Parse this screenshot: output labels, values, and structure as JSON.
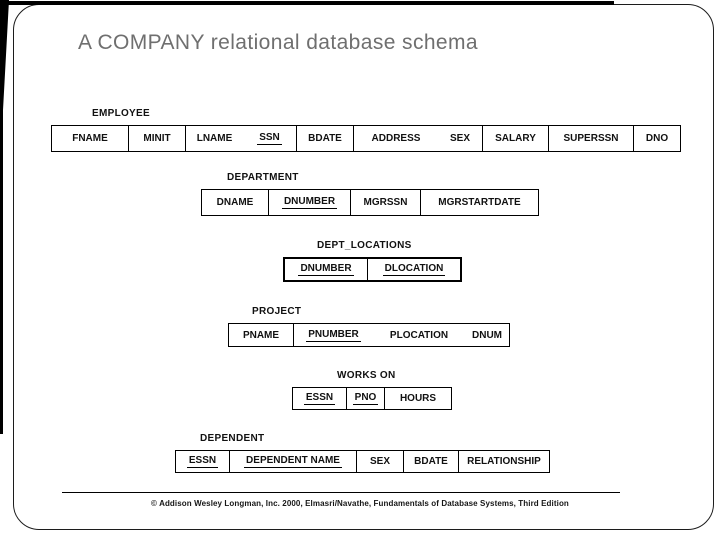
{
  "slide": {
    "title": "A COMPANY relational database schema",
    "title_color": "#6f6f6f",
    "line_color": "#000000",
    "copyright": "© Addison Wesley Longman, Inc. 2000, Elmasri/Navathe, Fundamentals of Database Systems, Third Edition"
  },
  "relations": [
    {
      "id": "employee",
      "name": "EMPLOYEE",
      "attributes": [
        {
          "label": "FNAME",
          "key": false
        },
        {
          "label": "MINIT",
          "key": false
        },
        {
          "label": "LNAME",
          "key": false
        },
        {
          "label": "SSN",
          "key": true
        },
        {
          "label": "BDATE",
          "key": false
        },
        {
          "label": "ADDRESS",
          "key": false
        },
        {
          "label": "SEX",
          "key": false
        },
        {
          "label": "SALARY",
          "key": false
        },
        {
          "label": "SUPERSSN",
          "key": false
        },
        {
          "label": "DNO",
          "key": false
        }
      ]
    },
    {
      "id": "department",
      "name": "DEPARTMENT",
      "attributes": [
        {
          "label": "DNAME",
          "key": false
        },
        {
          "label": "DNUMBER",
          "key": true
        },
        {
          "label": "MGRSSN",
          "key": false
        },
        {
          "label": "MGRSTARTDATE",
          "key": false
        }
      ]
    },
    {
      "id": "dept_locations",
      "name": "DEPT_LOCATIONS",
      "attributes": [
        {
          "label": "DNUMBER",
          "key": true
        },
        {
          "label": "DLOCATION",
          "key": true
        }
      ]
    },
    {
      "id": "project",
      "name": "PROJECT",
      "attributes": [
        {
          "label": "PNAME",
          "key": false
        },
        {
          "label": "PNUMBER",
          "key": true
        },
        {
          "label": "PLOCATION",
          "key": false
        },
        {
          "label": "DNUM",
          "key": false
        }
      ]
    },
    {
      "id": "works_on",
      "name": "WORKS ON",
      "attributes": [
        {
          "label": "ESSN",
          "key": true
        },
        {
          "label": "PNO",
          "key": true
        },
        {
          "label": "HOURS",
          "key": false
        }
      ]
    },
    {
      "id": "dependent",
      "name": "DEPENDENT",
      "attributes": [
        {
          "label": "ESSN",
          "key": true
        },
        {
          "label": "DEPENDENT NAME",
          "key": true
        },
        {
          "label": "SEX",
          "key": false
        },
        {
          "label": "BDATE",
          "key": false
        },
        {
          "label": "RELATIONSHIP",
          "key": false
        }
      ]
    }
  ]
}
